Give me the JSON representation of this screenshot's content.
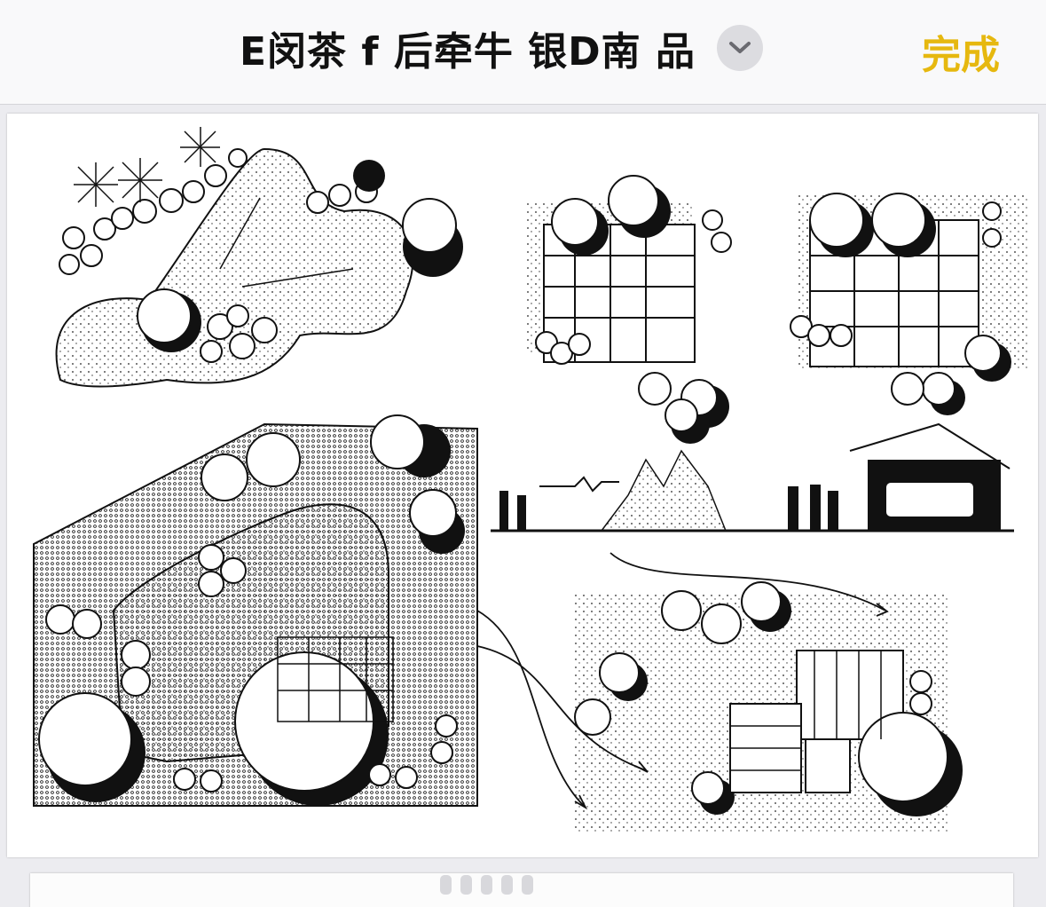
{
  "header": {
    "title": "E闵茶 f 后牵牛 银D南 品",
    "chevron_icon": "chevron-down-icon",
    "done_label": "完成"
  },
  "colors": {
    "accent": "#e6b80f",
    "header_bg": "#f9f9fa",
    "content_bg": "#ececf0"
  },
  "image": {
    "subject": "hand-drawn landscape plan sketches",
    "icon": "sketch-image"
  },
  "pager": {
    "count": 5
  }
}
